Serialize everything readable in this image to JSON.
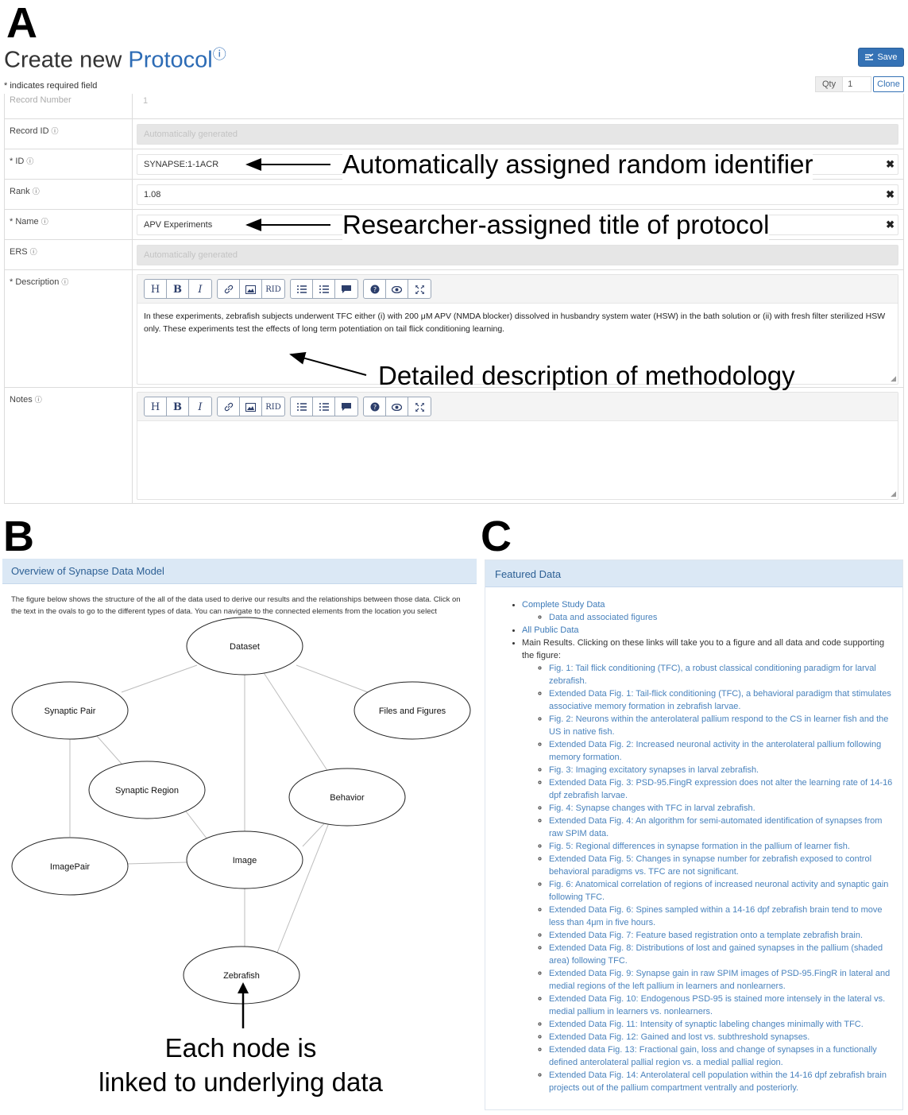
{
  "panels": {
    "a": "A",
    "b": "B",
    "c": "C"
  },
  "header": {
    "title_prefix": "Create new ",
    "title_accent": "Protocol",
    "title_info": "ⓘ",
    "required_note": "* indicates required field",
    "save_label": "Save",
    "qty_label": "Qty",
    "qty_value": "1",
    "clone_label": "Clone"
  },
  "form": {
    "record_number": {
      "label": "Record Number",
      "value": "1"
    },
    "record_id": {
      "label": "Record ID",
      "value": "Automatically generated"
    },
    "id": {
      "label": "* ID",
      "value": "SYNAPSE:1-1ACR"
    },
    "rank": {
      "label": "Rank",
      "value": "1.08"
    },
    "name": {
      "label": "* Name",
      "value": "APV Experiments"
    },
    "ers": {
      "label": "ERS",
      "value": "Automatically generated"
    },
    "description": {
      "label": "* Description",
      "value": "In these experiments, zebrafish subjects underwent TFC either (i) with 200 μM APV (NMDA blocker) dissolved in husbandry system water (HSW) in the bath solution or (ii) with  fresh filter sterilized HSW only. These experiments test the effects of long term potentiation on tail flick conditioning learning."
    },
    "notes": {
      "label": "Notes",
      "value": ""
    },
    "info_symbol": "ⓘ",
    "clear_symbol": "✖"
  },
  "toolbar": {
    "heading": "H",
    "bold": "B",
    "italic": "I",
    "rid": "RID"
  },
  "callouts": {
    "id": "Automatically assigned random identifier",
    "name": "Researcher-assigned title of protocol",
    "description": "Detailed description of methodology",
    "node_line1": "Each node is",
    "node_line2": "linked to underlying data"
  },
  "panel_b": {
    "title": "Overview of Synapse Data Model",
    "description": "The figure below shows the structure of the all of the data used to derive our results and the relationships between those data. Click on the text in the ovals to go to the different types of data. You can navigate to the connected elements from the location you select",
    "nodes": {
      "dataset": "Dataset",
      "synaptic_pair": "Synaptic Pair",
      "files_figures": "Files and Figures",
      "synaptic_region": "Synaptic Region",
      "behavior": "Behavior",
      "image_pair": "ImagePair",
      "image": "Image",
      "zebrafish": "Zebrafish"
    }
  },
  "panel_c": {
    "title": "Featured Data",
    "items": {
      "complete": "Complete Study Data",
      "complete_sub": "Data and associated figures",
      "public": "All Public Data",
      "main": "Main Results. Clicking on these links will take you to a figure and all data and code supporting the figure:",
      "f1": "Fig. 1: Tail flick conditioning (TFC), a robust classical conditioning paradigm for larval zebrafish.",
      "e1": "Extended Data Fig. 1: Tail-flick conditioning (TFC), a behavioral paradigm that stimulates associative memory formation in zebrafish larvae.",
      "f2": "Fig. 2: Neurons within the anterolateral pallium respond to the CS in learner fish and the US in native fish.",
      "e2": "Extended Data Fig. 2: Increased neuronal activity in the anterolateral pallium following memory formation.",
      "f3": "Fig. 3: Imaging excitatory synapses in larval zebrafish.",
      "e3": "Extended Data Fig. 3: PSD-95.FingR expression does not alter the learning rate of 14-16 dpf zebrafish larvae.",
      "f4": "Fig. 4: Synapse changes with TFC in larval zebrafish.",
      "e4": "Extended Data Fig. 4: An algorithm for semi-automated identification of synapses from raw SPIM data.",
      "f5": "Fig. 5: Regional differences in synapse formation in the pallium of learner fish.",
      "e5": "Extended Data Fig. 5: Changes in synapse number for zebrafish exposed to control behavioral paradigms vs. TFC are not significant.",
      "f6": "Fig. 6: Anatomical correlation of regions of increased neuronal activity and synaptic gain following TFC.",
      "e6": "Extended Data Fig. 6: Spines sampled within a 14-16 dpf zebrafish brain tend to move less than 4μm in five hours.",
      "e7": "Extended Data Fig. 7: Feature based registration onto a template zebrafish brain.",
      "e8": "Extended Data Fig. 8: Distributions of lost and gained synapses in the pallium (shaded area) following TFC.",
      "e9": "Extended Data Fig. 9: Synapse gain in raw SPIM images of PSD-95.FingR in lateral and medial regions of the left pallium in learners and nonlearners.",
      "e10": "Extended Data Fig. 10: Endogenous PSD-95 is stained more intensely in the lateral vs. medial pallium in learners vs. nonlearners.",
      "e11": "Extended Data Fig. 11: Intensity of synaptic labeling changes minimally with TFC.",
      "e12": "Extended Data Fig. 12: Gained and lost vs. subthreshold synapses.",
      "e13": "Extended data Fig. 13: Fractional gain, loss and change of synapses in a functionally defined anterolateral pallial region vs. a medial pallial region.",
      "e14": "Extended Data Fig. 14: Anterolateral cell population within the 14-16 dpf zebrafish brain projects out of the pallium compartment ventrally and posteriorly."
    }
  },
  "colors": {
    "accent": "#2c6bb5",
    "header_bg": "#dbe8f5",
    "link": "#3d7ab8",
    "save_bg": "#3572b5"
  }
}
